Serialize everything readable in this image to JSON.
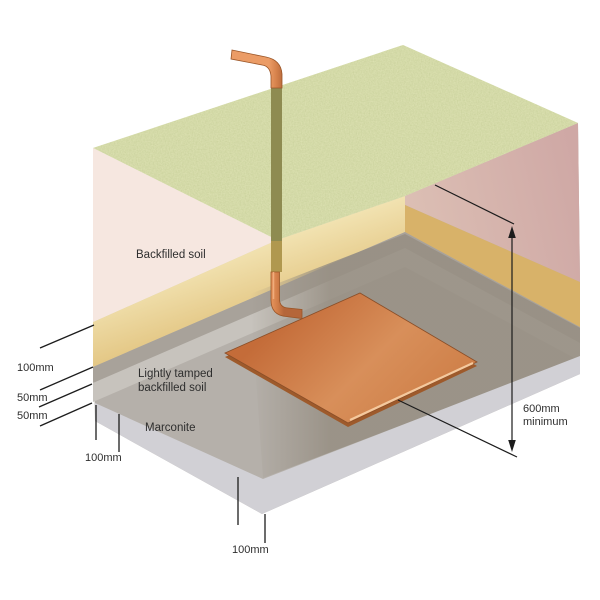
{
  "diagram": {
    "name": "earth-plate-installation-cutaway",
    "region_labels": {
      "backfilled_soil": "Backfilled soil",
      "lightly_tamped_line1": "Lightly tamped",
      "lightly_tamped_line2": "backfilled soil",
      "marconite": "Marconite"
    },
    "dimensions": {
      "tamped_layer": "100mm",
      "upper_surround": "50mm",
      "lower_surround": "50mm",
      "left_bottom_layer": "100mm",
      "bottom_layer": "100mm",
      "burial_depth_line1": "600mm",
      "burial_depth_line2": "minimum"
    },
    "colors": {
      "grass": "#ccd59e",
      "backfill_pink": "#f6e7e0",
      "right_face_mauve": "#d2aeaa",
      "tamped_tan": "#e4c47c",
      "tamped_tan_right": "#d8b269",
      "surround_gray_dark": "#a8a29a",
      "surround_gray_light": "#c7c3bd",
      "soil_gray": "#b5b0aa",
      "pit_floor_gray": "#968e82",
      "bottom_step_gray": "#d1d0d5",
      "copper": "#d5814b",
      "copper_edge": "#9a5527",
      "copper_buried_grass": "#8e8b51",
      "copper_buried_tan": "#b0984f",
      "annotation_line": "#1c1c1c",
      "label_text": "#2e2e2e"
    }
  }
}
